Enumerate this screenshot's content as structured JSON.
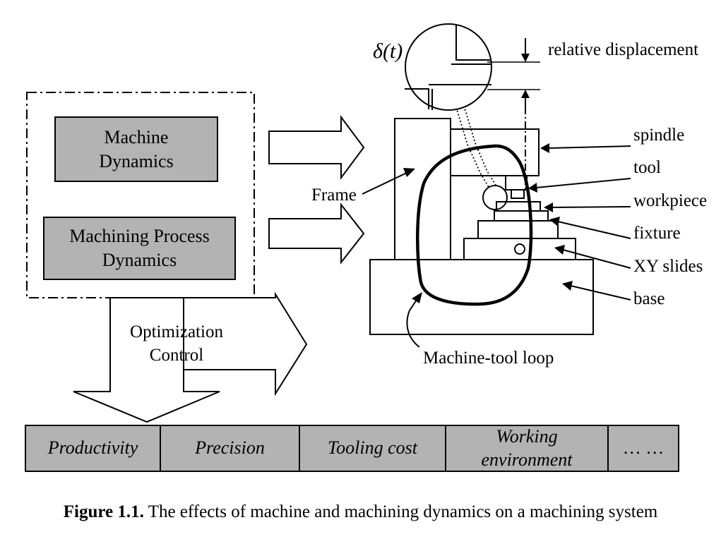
{
  "boxes": {
    "machine_dynamics": "Machine\nDynamics",
    "machining_process_dynamics": "Machining Process\nDynamics"
  },
  "labels": {
    "optimization_control": "Optimization\nControl",
    "relative_displacement": "relative displacement",
    "delta": "δ(t)",
    "frame": "Frame",
    "machine_tool_loop": "Machine-tool  loop"
  },
  "machine_parts": [
    "spindle",
    "tool",
    "workpiece",
    "fixture",
    "XY slides",
    "base"
  ],
  "outcomes": [
    "Productivity",
    "Precision",
    "Tooling cost",
    "Working\nenvironment",
    "… …"
  ],
  "caption": {
    "number": "Figure 1.1.",
    "text": " The effects of machine and machining dynamics on a machining system"
  },
  "colors": {
    "box_fill": "#b3b3b3",
    "line": "#000000",
    "background": "#ffffff"
  }
}
